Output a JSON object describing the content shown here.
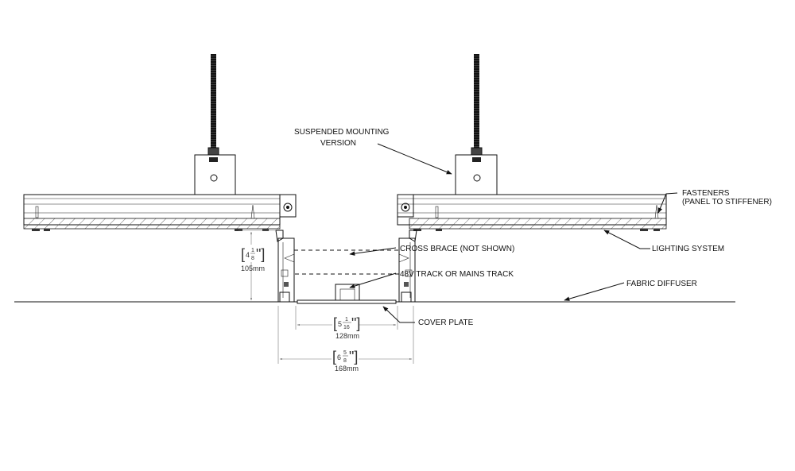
{
  "labels": {
    "suspended_line1": "SUSPENDED MOUNTING",
    "suspended_line2": "VERSION",
    "fasteners_line1": "FASTENERS",
    "fasteners_line2": "(PANEL TO STIFFENER)",
    "lighting_system": "LIGHTING SYSTEM",
    "cross_brace": "CROSS BRACE (NOT SHOWN)",
    "track": "48V TRACK OR MAINS TRACK",
    "fabric_diffuser": "FABRIC DIFFUSER",
    "cover_plate": "COVER PLATE"
  },
  "dimensions": {
    "height": {
      "whole": "4",
      "num": "1",
      "den": "8",
      "mm": "105mm"
    },
    "inner_width": {
      "whole": "5",
      "num": "1",
      "den": "16",
      "mm": "128mm"
    },
    "outer_width": {
      "whole": "6",
      "num": "5",
      "den": "8",
      "mm": "168mm"
    }
  }
}
